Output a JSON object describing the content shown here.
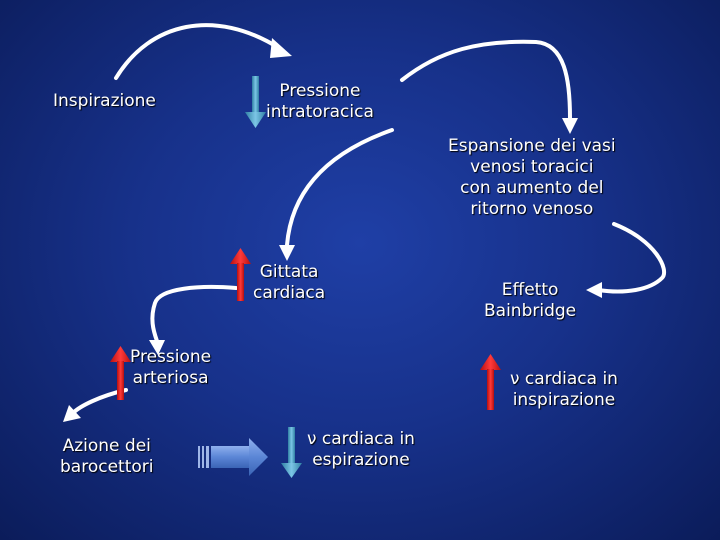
{
  "nodes": {
    "inspirazione": "Inspirazione",
    "pressione_intratoracica": [
      "Pressione",
      "intratoracica"
    ],
    "espansione_vasi": [
      "Espansione dei vasi",
      "venosi toracici",
      "con aumento del",
      "ritorno venoso"
    ],
    "gittata_cardiaca": [
      "Gittata",
      "cardiaca"
    ],
    "effetto_bainbridge": [
      "Effetto",
      "Bainbridge"
    ],
    "pressione_arteriosa": [
      "Pressione",
      "arteriosa"
    ],
    "nu_cardiaca_inspirazione": [
      "ν cardiaca in",
      "inspirazione"
    ],
    "azione_barocettori": [
      "Azione dei",
      "barocettori"
    ],
    "nu_cardiaca_espirazione": [
      "ν cardiaca in",
      "espirazione"
    ]
  },
  "colors": {
    "arrow_up": "#e21b1b",
    "arrow_down": "#4aa3c9",
    "arrow_process": "#5b86d6",
    "connector": "#ffffff"
  },
  "icons": {
    "pressione_intratoracica": "arrow-down-icon",
    "gittata_cardiaca": "arrow-up-icon",
    "pressione_arteriosa": "arrow-up-icon",
    "nu_cardiaca_inspirazione": "arrow-up-icon",
    "nu_cardiaca_espirazione": "arrow-down-icon",
    "barocettori_effect": "block-arrow-right-icon"
  }
}
